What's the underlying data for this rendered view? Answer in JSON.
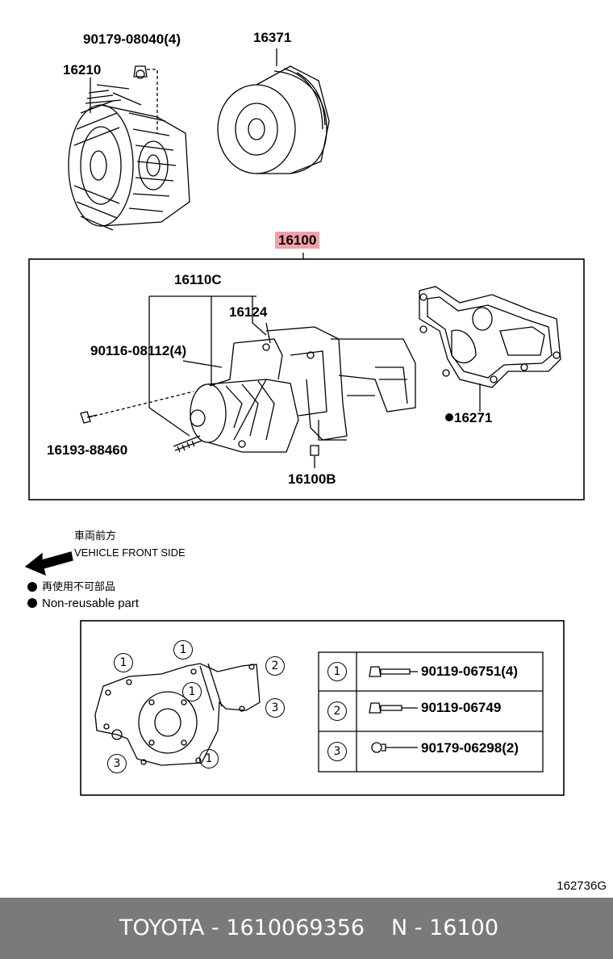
{
  "callouts": {
    "bolt_top": "90179-08040(4)",
    "fan_clutch": "16210",
    "pulley": "16371",
    "assembly": "16100",
    "sub_assy": "16110C",
    "gasket_a": "16124",
    "bolt_mid": "90116-08112(4)",
    "stud": "16193-88460",
    "plug": "16100B",
    "gasket": "16271"
  },
  "legend": {
    "front_jp": "車両前方",
    "front_en": "VEHICLE FRONT SIDE",
    "nonreuse_jp": "再使用不可部品",
    "nonreuse_en": "Non-reusable part"
  },
  "inset": {
    "markers": [
      "1",
      "1",
      "1",
      "1",
      "2",
      "3",
      "3"
    ],
    "rows": [
      {
        "num": "1",
        "part": "90119-06751(4)"
      },
      {
        "num": "2",
        "part": "90119-06749"
      },
      {
        "num": "3",
        "part": "90179-06298(2)"
      }
    ]
  },
  "ref_code": "162736G",
  "footer": {
    "brand": "TOYOTA - 1610069356",
    "ref": "N - 16100"
  },
  "colors": {
    "highlight": "#f0a0a6",
    "footer_bg": "#7a7a7a"
  }
}
